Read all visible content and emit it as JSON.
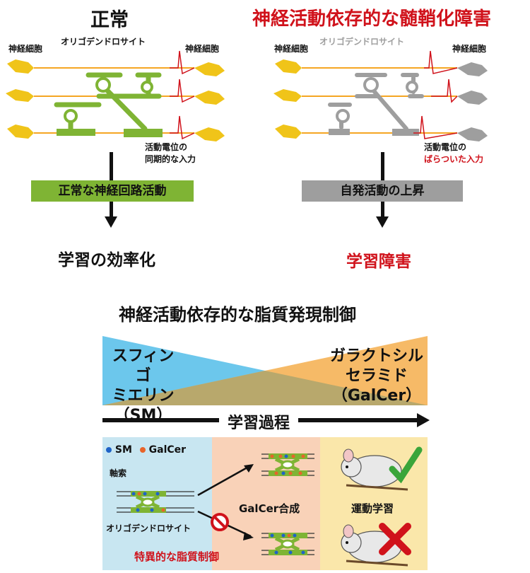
{
  "top_left": {
    "title": "正常",
    "neuron_label_left": "神経細胞",
    "neuron_label_right": "神経細胞",
    "oligo_label": "オリゴデンドロサイト",
    "ap_label_line1": "活動電位の",
    "ap_label_line2": "同期的な入力",
    "banner": "正常な神経回路活動",
    "outcome": "学習の効率化"
  },
  "top_right": {
    "title": "神経活動依存的な髄鞘化障害",
    "neuron_label_left": "神経細胞",
    "neuron_label_right": "神経細胞",
    "oligo_label": "オリゴデンドロサイト",
    "ap_label_line1": "活動電位の",
    "ap_label_line2": "ばらついた入力",
    "banner": "自発活動の上昇",
    "outcome": "学習障害"
  },
  "bottom": {
    "title": "神経活動依存的な脂質発現制御",
    "sm_line1": "スフィンゴ",
    "sm_line2": "ミエリン",
    "sm_line3": "（SM）",
    "galcer_line1": "ガラクトシル",
    "galcer_line2": "セラミド",
    "galcer_line3": "（GalCer）",
    "process_label": "学習過程",
    "legend_sm": "SM",
    "legend_galcer": "GalCer",
    "axon_label": "軸索",
    "oligo_label": "オリゴデンドロサイト",
    "specific_label": "特異的な脂質制御",
    "synthesis_label": "GalCer合成",
    "learning_label": "運動学習"
  },
  "colors": {
    "green": "#7fb434",
    "gray": "#9e9e9e",
    "red": "#d0121b",
    "blue_tri": "#6cc7ec",
    "orange_tri": "#f5b45a",
    "panel_blue": "#c8e6f1",
    "panel_orange": "#f9d2b8",
    "panel_yellow": "#fae7aa",
    "neuron": "#f0c419",
    "axon": "#f5a623"
  }
}
